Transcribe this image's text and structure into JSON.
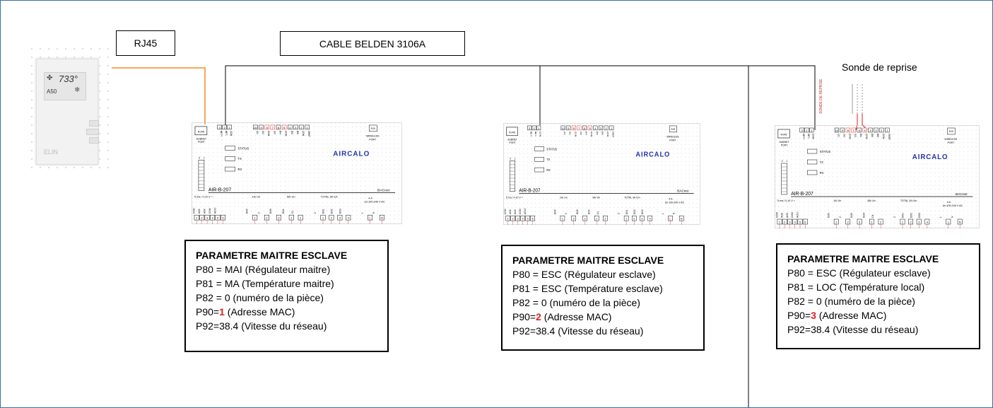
{
  "labels": {
    "rj45": "RJ45",
    "cable": "CABLE BELDEN 3106A",
    "sonde": "Sonde de reprise"
  },
  "thermostat": {
    "display_value": "733°",
    "mode_text": "A50",
    "brand": "ELIN"
  },
  "controller": {
    "brand": "AIRCALO",
    "model": "AIR-B-207",
    "protocol": "BACnet",
    "rj45_port": "RJ45",
    "subnet_port": "SUBNET PORT",
    "rj9_port": "RJ9",
    "wireless_port": "WIRELESS PORT",
    "leds": [
      "STATUS",
      "TX",
      "RX"
    ],
    "top_term_nums_left": [
      "3",
      "2",
      "1"
    ],
    "top_term_names_left": [
      "NET+",
      "NET-",
      "COM"
    ],
    "top_term_nums_right": [
      "10",
      "9",
      "8",
      "7",
      "6",
      "5",
      "4",
      "3",
      "2",
      "1"
    ],
    "top_term_names_right": [
      "UI1",
      "UI2",
      "COM",
      "SI3",
      "DI4",
      "COM",
      "DI5",
      "DI6",
      "COM",
      "VREF"
    ],
    "bottom_headers": [
      "5 ma / 0-10 V =",
      "1A/ Un",
      "8A/ Un",
      "TOTAL 3A /Un",
      "4 A",
      "Un:100-240 V AC"
    ],
    "bottom_names": [
      "AO7",
      "COM",
      "AO8",
      "AO9",
      "COM",
      "AO10",
      "DO5",
      "Z",
      "DO6",
      "DO4",
      "C4",
      "Z",
      "DO1",
      "DO2",
      "DO3",
      "L",
      "N"
    ],
    "bottom_nums": [
      "1",
      "2",
      "3",
      "4",
      "5",
      "6",
      "1",
      "2",
      "3",
      "1",
      "2",
      "1",
      "2",
      "3",
      "4",
      "L",
      "N"
    ]
  },
  "param_boxes": [
    {
      "title": "PARAMETRE MAITRE ESCLAVE",
      "p80": "P80 = MAI (Régulateur maitre)",
      "p81": "P81 = MA (Température maitre)",
      "p82": "P82 = 0 (numéro de la pièce)",
      "p90_prefix": "P90=",
      "p90_value": "1",
      "p90_suffix": " (Adresse MAC)",
      "p92": "P92=38.4 (Vitesse du réseau)"
    },
    {
      "title": "PARAMETRE MAITRE ESCLAVE",
      "p80": "P80 = ESC (Régulateur esclave)",
      "p81": "P81 = ESC (Température esclave)",
      "p82": "P82 = 0 (numéro de la pièce)",
      "p90_prefix": "P90=",
      "p90_value": "2",
      "p90_suffix": " (Adresse MAC)",
      "p92": "P92=38.4 (Vitesse du réseau)"
    },
    {
      "title": "PARAMETRE MAITRE ESCLAVE",
      "p80": "P80 = ESC (Régulateur esclave)",
      "p81": "P81 = LOC (Température local)",
      "p82": "P82 = 0 (numéro de la pièce)",
      "p90_prefix": "P90=",
      "p90_value": "3",
      "p90_suffix": " (Adresse MAC)",
      "p92": "P92=38.4 (Vitesse du réseau)"
    }
  ],
  "colors": {
    "frame": "#3a6ea5",
    "rj45_cable": "#f28c28",
    "mac_address": "#e01e1e",
    "brand": "#2233aa",
    "terminal_red": "#e01e1e"
  }
}
